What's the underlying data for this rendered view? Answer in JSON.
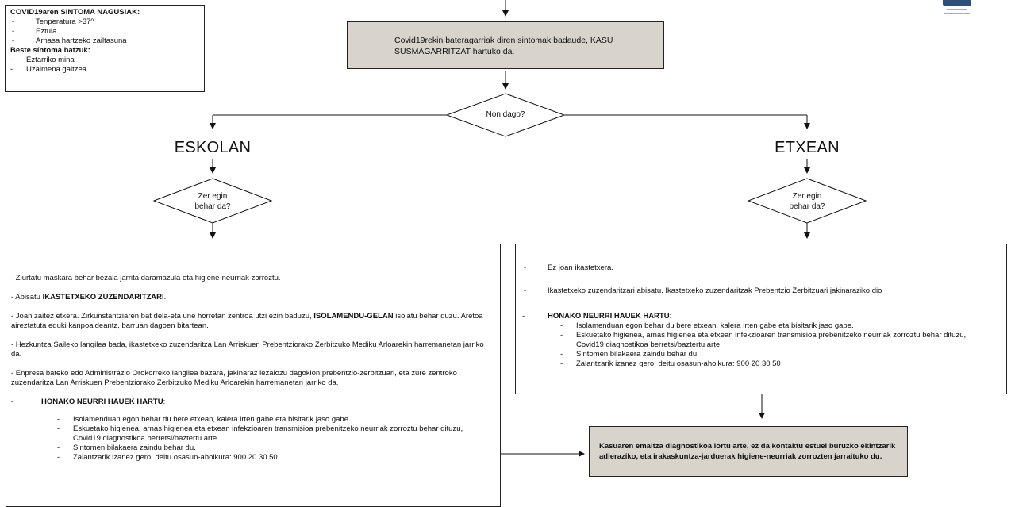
{
  "symptoms_box": {
    "title": "COVID19aren SINTOMA NAGUSIAK:",
    "main": [
      "Tenperatura >37º",
      "Eztula",
      "Arnasa hartzeko zailtasuna"
    ],
    "other_title": "Beste síntoma batzuk:",
    "other": [
      "Eztarriko mina",
      "Uzaimena galtzea"
    ]
  },
  "top_box": {
    "line1": "Covid19rekin bateragarriak diren sintomak badaude, KASU",
    "line2_bold": "SUSMAGARRITZAT",
    "line2_rest": " hartuko da."
  },
  "decision_where": "Non dago?",
  "left_label": "ESKOLAN",
  "right_label": "ETXEAN",
  "decision_what": {
    "line1": "Zer egin",
    "line2": "behar da?"
  },
  "left_box": {
    "p1": "- Ziurtatu maskara behar bezala jarrita daramazula eta higiene-neurriak zorroztu.",
    "p2_pre": "- Abisatu ",
    "p2_bold": "IKASTETXEKO ZUZENDARITZARI",
    "p2_post": ".",
    "p3_pre": "- Joan zaitez etxera. Zirkunstantziaren bat dela-eta une horretan zentroa utzi ezin baduzu, ",
    "p3_bold": "ISOLAMENDU-GELAN",
    "p3_post": " isolatu behar duzu. Aretoa aireztatuta eduki kanpoaldeantz, barruan dagoen bitartean.",
    "p4": "- Hezkuntza Saileko langilea bada, ikastetxeko zuzendaritza Lan Arriskuen Prebentziorako Zerbitzuko Mediku Arloarekin harremanetan jarriko da.",
    "p5": "- Enpresa bateko edo Administrazio Orokorreko langilea bazara, jakinaraz iezaiozu dagokion prebentzio-zerbitzuari, eta zure zentroko zuzendaritza Lan Arriskuen Prebentziorako Zerbitzuko Mediku Arloarekin harremanetan jarriko da.",
    "measures_title": "HONAKO NEURRI HAUEK HARTU",
    "measures_colon": ":",
    "measures": [
      "Isolamenduan egon behar du bere etxean, kalera irten gabe eta bisitarik jaso gabe.",
      "Eskuetako higienea, arnas higienea eta etxean infekzioaren transmisioa prebenitzeko neurriak zorroztu behar dituzu, Covid19 diagnostikoa berretsi/baztertu arte.",
      "Sintomen bilakaera zaindu behar du.",
      "Zalantzarik izanez gero, deitu osasun-aholkura: 900 20 30 50"
    ]
  },
  "right_box": {
    "items": [
      "Ez joan ikastetxera.",
      "Ikastetxeko zuzendaritzari abisatu. Ikastetxeko zuzendaritzak Prebentzio Zerbitzuari jakinaraziko dio"
    ],
    "measures_title": "HONAKO NEURRI HAUEK HARTU",
    "measures_colon": ":",
    "measures": [
      "Isolamenduan egon behar du bere etxean, kalera irten gabe eta bisitarik jaso gabe.",
      "Eskuetako higienea, arnas higienea eta etxean infekzioaren transmisioa prebenitzeko neurriak zorroztu behar dituzu, Covid19 diagnostikoa berretsi/baztertu arte.",
      "Sintomen bilakaera zaindu behar du.",
      "Zalantzarik izanez gero, deitu osasun-aholkura: 900 20 30 50"
    ]
  },
  "result_box": {
    "text": "Kasuaren emaitza diagnostikoa lortu arte, ez da kontaktu estuei buruzko ekintzarik adieraziko, eta irakaskuntza-jarduerak higiene-neurriak zorrozten jarraituko du."
  }
}
